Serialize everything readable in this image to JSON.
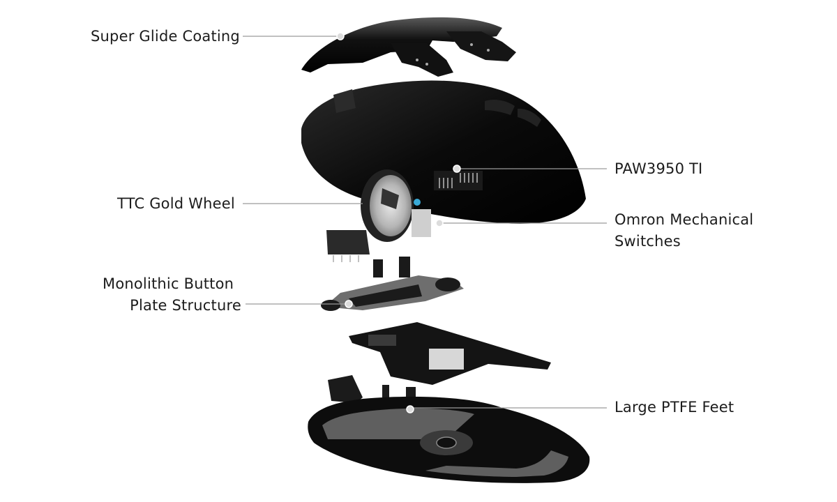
{
  "diagram": {
    "type": "exploded-view",
    "subject": "gaming mouse exploded view",
    "colors": {
      "background": "#ffffff",
      "text": "#1c1c1c",
      "leader_line": "#9a9a9a",
      "marker_dot": "#d9d9d9",
      "part_dark": "#0d0d0d",
      "part_grey": "#6e6e6e"
    },
    "callouts": [
      {
        "id": "super-glide-coating",
        "lines": [
          "Super Glide Coating"
        ],
        "side": "left"
      },
      {
        "id": "paw3950-ti",
        "lines": [
          "PAW3950 TI"
        ],
        "side": "right"
      },
      {
        "id": "ttc-gold-wheel",
        "lines": [
          "TTC Gold Wheel"
        ],
        "side": "left"
      },
      {
        "id": "omron-mechanical-switches",
        "lines": [
          "Omron Mechanical",
          "Switches"
        ],
        "side": "right"
      },
      {
        "id": "monolithic-button-plate",
        "lines": [
          "Monolithic Button",
          "Plate Structure"
        ],
        "side": "left"
      },
      {
        "id": "large-ptfe-feet",
        "lines": [
          "Large PTFE Feet"
        ],
        "side": "right"
      }
    ]
  }
}
